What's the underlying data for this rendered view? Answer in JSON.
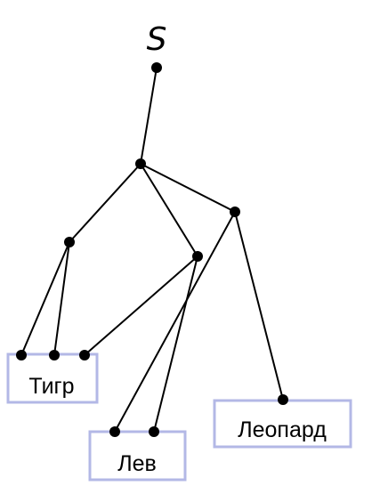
{
  "root_symbol": "S",
  "groups": {
    "tiger": "Тигр",
    "lion": "Лев",
    "leopard": "Леопард"
  },
  "colors": {
    "box_border": "#b3b8e6",
    "line": "#000000",
    "node": "#000000"
  },
  "tree": {
    "nodes": [
      "root",
      "n1",
      "n2",
      "n3",
      "n4",
      "t1",
      "t2",
      "t3",
      "l1",
      "l2",
      "p1"
    ],
    "edges": [
      [
        "root",
        "n1"
      ],
      [
        "n1",
        "n2"
      ],
      [
        "n1",
        "n3"
      ],
      [
        "n1",
        "n4"
      ],
      [
        "n2",
        "t1"
      ],
      [
        "n2",
        "t2"
      ],
      [
        "n3",
        "t3"
      ],
      [
        "n3",
        "l1"
      ],
      [
        "n4",
        "l2"
      ],
      [
        "n4",
        "p1"
      ]
    ],
    "leaf_groups": {
      "tiger": [
        "t1",
        "t2",
        "t3"
      ],
      "lion": [
        "l1",
        "l2"
      ],
      "leopard": [
        "p1"
      ]
    }
  }
}
